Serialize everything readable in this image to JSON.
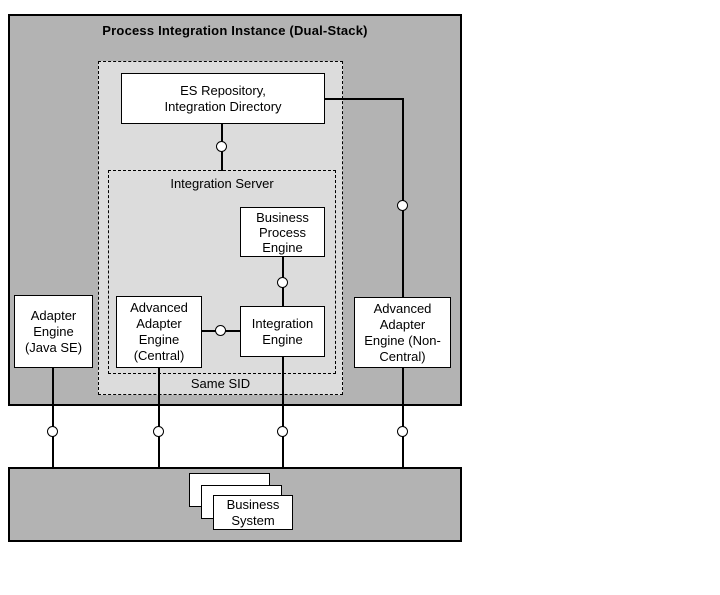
{
  "diagram": {
    "title": "Process Integration Instance (Dual-Stack)",
    "es_repository": "ES Repository,\nIntegration Directory",
    "integration_server_label": "Integration Server",
    "business_process_engine": "Business\nProcess\nEngine",
    "integration_engine": "Integration\nEngine",
    "aae_central": "Advanced\nAdapter\nEngine\n(Central)",
    "adapter_engine_java_se": "Adapter\nEngine\n(Java SE)",
    "aae_non_central": "Advanced\nAdapter\nEngine (Non-\nCentral)",
    "same_sid": "Same SID",
    "business_system": "Business\nSystem",
    "colors": {
      "container_fill": "#b3b3b3",
      "dashed_group_fill": "#dcdcdc",
      "node_fill": "#ffffff",
      "line": "#000000",
      "text": "#000000"
    }
  }
}
